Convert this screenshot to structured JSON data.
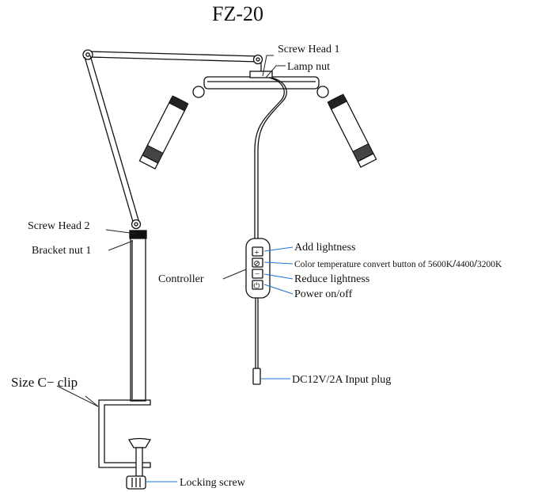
{
  "title": "FZ-20",
  "labels": {
    "screw_head_1": "Screw Head 1",
    "lamp_nut": "Lamp nut",
    "screw_head_2": "Screw Head 2",
    "bracket_nut_1": "Bracket nut 1",
    "controller": "Controller",
    "size_c_clip": "Size C− clip",
    "locking_screw": "Locking screw",
    "add_lightness": "Add lightness",
    "color_temp": "Color temperature convert button of 5600K",
    "color_temp_sep1": "/",
    "color_temp_mid": "4400",
    "color_temp_sep2": "/",
    "color_temp_end": "3200K",
    "reduce_lightness": "Reduce lightness",
    "power": "Power on/off",
    "input_plug": "DC12V/2A Input plug"
  },
  "button_glyphs": {
    "add": "+",
    "color": "⊘",
    "reduce": "−",
    "power": "⏻"
  },
  "colors": {
    "ink": "#111111",
    "callout_line": "#1e73d8"
  },
  "icons": [
    "plus-icon",
    "color-temperature-icon",
    "minus-icon",
    "power-icon"
  ]
}
